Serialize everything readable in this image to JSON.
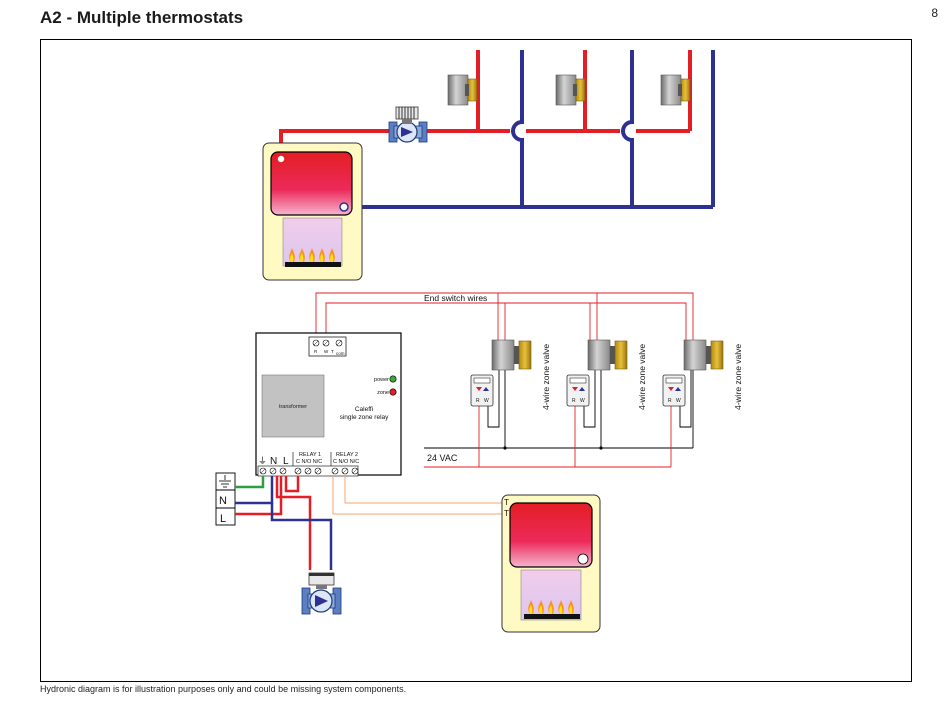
{
  "page": {
    "title": "A2 - Multiple thermostats",
    "number": "8",
    "footer_note": "Hydronic diagram is for illustration purposes only and could be missing system components."
  },
  "labels": {
    "end_switch_wires": "End switch wires",
    "vac": "24 VAC",
    "zone_valve": "4-wire zone valve",
    "transformer": "transformer",
    "relay_brand": "Caleffi",
    "relay_name": "single zone relay",
    "power": "power",
    "zone": "zone",
    "relay1": "RELAY 1",
    "relay2": "RELAY 2",
    "relay_contacts": "C  N/O N/C",
    "term_ground": "⏚",
    "term_n": "N",
    "term_l": "L",
    "top_terms": [
      "R",
      "W",
      "T",
      "com"
    ],
    "thermostat_r": "R",
    "thermostat_w": "W",
    "boiler_t": "T"
  },
  "colors": {
    "hot": "#e31e24",
    "cold": "#2e3192",
    "boiler_bg": "#fff9c4",
    "ground": "#2e9e3e",
    "wire_red": "#e31e24",
    "wire_orange": "#f4a674",
    "power_led": "#3aa935",
    "zone_led": "#e31e24"
  }
}
